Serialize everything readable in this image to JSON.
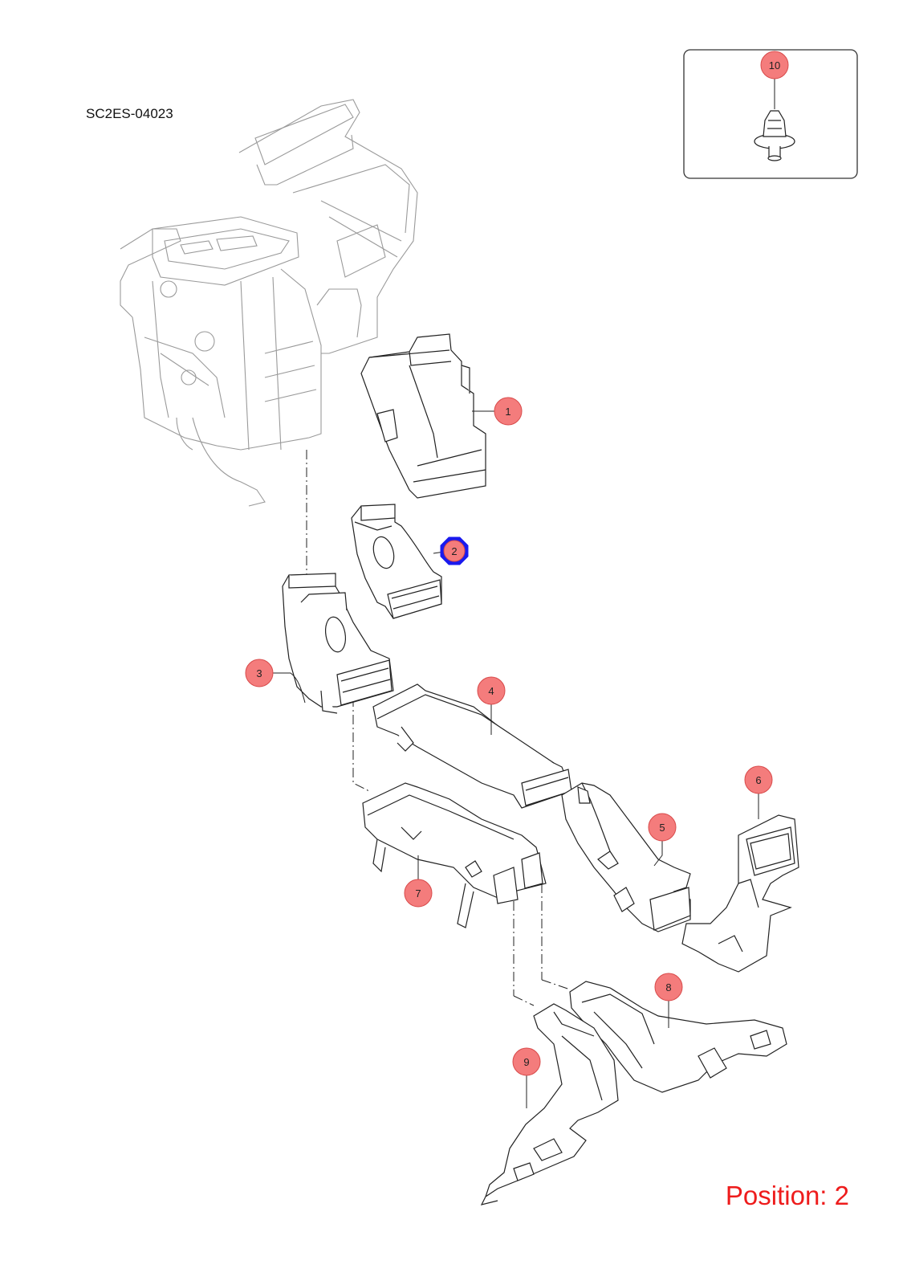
{
  "diagram": {
    "code": "SC2ES-04023",
    "position_label": "Position: 2",
    "selected_part": "2",
    "callouts": [
      {
        "id": "callout-1",
        "label": "1"
      },
      {
        "id": "callout-2",
        "label": "2"
      },
      {
        "id": "callout-3",
        "label": "3"
      },
      {
        "id": "callout-4",
        "label": "4"
      },
      {
        "id": "callout-5",
        "label": "5"
      },
      {
        "id": "callout-6",
        "label": "6"
      },
      {
        "id": "callout-7",
        "label": "7"
      },
      {
        "id": "callout-8",
        "label": "8"
      },
      {
        "id": "callout-9",
        "label": "9"
      },
      {
        "id": "callout-10",
        "label": "10"
      }
    ]
  },
  "colors": {
    "callout_fill": "#f47c7c",
    "callout_stroke": "#d84a4a",
    "highlight": "#1a1aee",
    "position_text": "#ee1c1c",
    "line_art": "#222222",
    "ghost_art": "#9a9a9a"
  }
}
